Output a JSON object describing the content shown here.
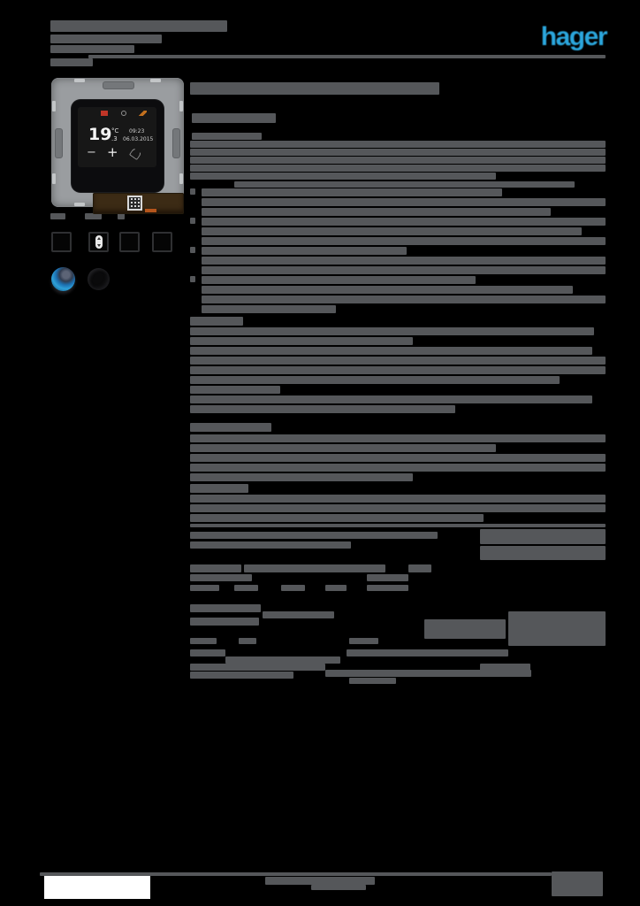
{
  "brand": {
    "logo_text": "hager",
    "logo_color": "#2BA6DC"
  },
  "device_display": {
    "temperature_int": "19",
    "temperature_frac": ".3",
    "temperature_unit": "°C",
    "time": "09:23",
    "date": "06.03.2015",
    "minus_label": "−",
    "plus_label": "+"
  },
  "icons": {
    "row1": [
      "frame-square",
      "rocker-square",
      "frame-square",
      "frame-square"
    ],
    "row2": [
      "easy-config-logo",
      "dark-circle-logo"
    ]
  },
  "greek": {
    "color": "#55575a",
    "bars": [
      [
        57,
        23,
        200,
        13
      ],
      [
        57,
        39,
        126,
        10
      ],
      [
        57,
        51,
        95,
        9
      ],
      [
        57,
        66,
        48,
        9
      ],
      [
        100,
        62,
        585,
        4
      ],
      [
        215,
        93,
        282,
        14
      ],
      [
        217,
        128,
        95,
        11
      ],
      [
        217,
        150,
        79,
        8
      ],
      [
        215,
        159,
        470,
        8
      ],
      [
        215,
        168,
        470,
        8
      ],
      [
        215,
        177,
        470,
        8
      ],
      [
        215,
        186,
        470,
        8
      ],
      [
        215,
        195,
        346,
        8
      ],
      [
        265,
        205,
        385,
        7
      ],
      [
        215,
        213,
        6,
        7
      ],
      [
        228,
        213,
        340,
        9
      ],
      [
        228,
        224,
        457,
        9
      ],
      [
        228,
        235,
        395,
        9
      ],
      [
        215,
        246,
        6,
        7
      ],
      [
        228,
        246,
        457,
        9
      ],
      [
        228,
        257,
        430,
        9
      ],
      [
        228,
        268,
        457,
        9
      ],
      [
        215,
        279,
        6,
        7
      ],
      [
        228,
        279,
        232,
        9
      ],
      [
        228,
        290,
        457,
        9
      ],
      [
        228,
        301,
        457,
        9
      ],
      [
        215,
        312,
        6,
        7
      ],
      [
        228,
        312,
        310,
        9
      ],
      [
        228,
        323,
        420,
        9
      ],
      [
        228,
        334,
        457,
        9
      ],
      [
        228,
        345,
        152,
        9
      ],
      [
        215,
        358,
        60,
        10
      ],
      [
        215,
        370,
        457,
        9
      ],
      [
        215,
        381,
        252,
        9
      ],
      [
        215,
        392,
        455,
        9
      ],
      [
        215,
        403,
        470,
        9
      ],
      [
        215,
        414,
        470,
        9
      ],
      [
        215,
        425,
        418,
        9
      ],
      [
        215,
        436,
        102,
        9
      ],
      [
        215,
        447,
        455,
        9
      ],
      [
        215,
        458,
        300,
        9
      ],
      [
        215,
        478,
        92,
        10
      ],
      [
        215,
        491,
        470,
        9
      ],
      [
        215,
        502,
        346,
        9
      ],
      [
        215,
        513,
        470,
        9
      ],
      [
        215,
        524,
        470,
        9
      ],
      [
        215,
        535,
        252,
        9
      ],
      [
        215,
        547,
        66,
        10
      ],
      [
        215,
        559,
        470,
        9
      ],
      [
        215,
        570,
        470,
        9
      ],
      [
        215,
        581,
        332,
        9
      ],
      [
        215,
        592,
        470,
        4
      ],
      [
        215,
        601,
        280,
        8
      ],
      [
        215,
        612,
        182,
        8
      ],
      [
        543,
        598,
        142,
        17
      ],
      [
        543,
        617,
        142,
        16
      ],
      [
        215,
        638,
        58,
        9
      ],
      [
        276,
        638,
        160,
        9
      ],
      [
        462,
        638,
        26,
        9
      ],
      [
        215,
        649,
        70,
        8
      ],
      [
        415,
        649,
        47,
        8
      ],
      [
        215,
        661,
        33,
        7
      ],
      [
        265,
        661,
        27,
        7
      ],
      [
        318,
        661,
        27,
        7
      ],
      [
        368,
        661,
        24,
        7
      ],
      [
        415,
        661,
        47,
        7
      ],
      [
        215,
        683,
        80,
        9
      ],
      [
        297,
        691,
        81,
        8
      ],
      [
        215,
        698,
        78,
        9
      ],
      [
        575,
        691,
        110,
        39
      ],
      [
        480,
        700,
        92,
        22
      ],
      [
        215,
        721,
        30,
        7
      ],
      [
        270,
        721,
        20,
        7
      ],
      [
        395,
        721,
        33,
        7
      ],
      [
        215,
        734,
        40,
        8
      ],
      [
        392,
        734,
        183,
        8
      ],
      [
        255,
        742,
        130,
        8
      ],
      [
        215,
        750,
        153,
        8
      ],
      [
        543,
        750,
        57,
        8
      ],
      [
        368,
        757,
        233,
        8
      ],
      [
        215,
        759,
        117,
        8
      ],
      [
        395,
        766,
        53,
        7
      ],
      [
        57,
        241,
        17,
        7
      ],
      [
        96,
        241,
        19,
        7
      ],
      [
        133,
        241,
        8,
        7
      ],
      [
        45,
        986,
        579,
        4
      ],
      [
        300,
        991,
        124,
        9
      ],
      [
        352,
        1000,
        62,
        6
      ],
      [
        624,
        985,
        58,
        28
      ]
    ]
  }
}
